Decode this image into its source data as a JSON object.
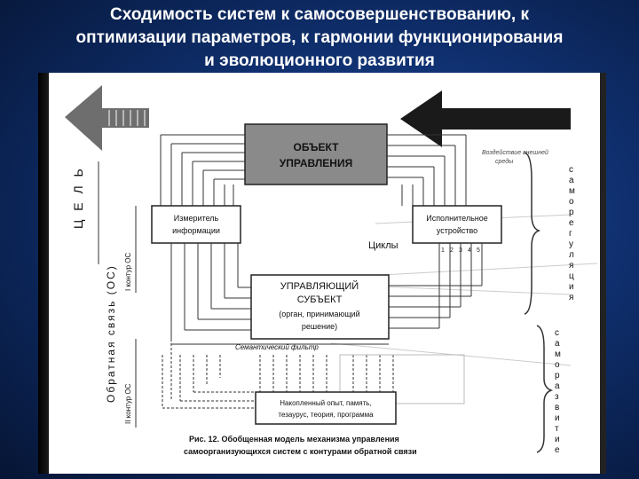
{
  "slide": {
    "title_line1": "Сходимость систем к самосовершенствованию, к",
    "title_line2": "оптимизации параметров, к гармонии функционирования",
    "title_line3": "и эволюционного развития"
  },
  "diagram": {
    "goal_label": "Ц Е Л Ь",
    "object_line1": "ОБЪЕКТ",
    "object_line2": "УПРАВЛЕНИЯ",
    "external_line1": "Воздействие внешней",
    "external_line2": "среды",
    "meter_line1": "Измеритель",
    "meter_line2": "информации",
    "executor_line1": "Исполнительное",
    "executor_line2": "устройство",
    "cycles_label": "Циклы",
    "cycle_numbers": [
      "1",
      "2",
      "3",
      "4",
      "5"
    ],
    "subject_line1": "УПРАВЛЯЮЩИЙ",
    "subject_line2": "СУБЪЕКТ",
    "subject_line3": "(орган, принимающий",
    "subject_line4": "решение)",
    "semantic_filter": "Семантический фильтр",
    "experience_line1": "Накопленный опыт, память,",
    "experience_line2": "тезаурус, теория, программа",
    "feedback_label": "Обратная связь (ОС)",
    "contour1_label": "I контур ОС",
    "contour2_label": "II контур ОС",
    "self_regulation": [
      "с",
      "а",
      "м",
      "о",
      "р",
      "е",
      "г",
      "у",
      "л",
      "я",
      "ц",
      "и",
      "я"
    ],
    "self_development": [
      "с",
      "а",
      "м",
      "о",
      "р",
      "а",
      "з",
      "в",
      "и",
      "т",
      "и",
      "е"
    ],
    "caption_line1": "Рис. 12.  Обобщенная модель механизма управления",
    "caption_line2": "самоорганизующихся систем с контурами обратной связи"
  }
}
